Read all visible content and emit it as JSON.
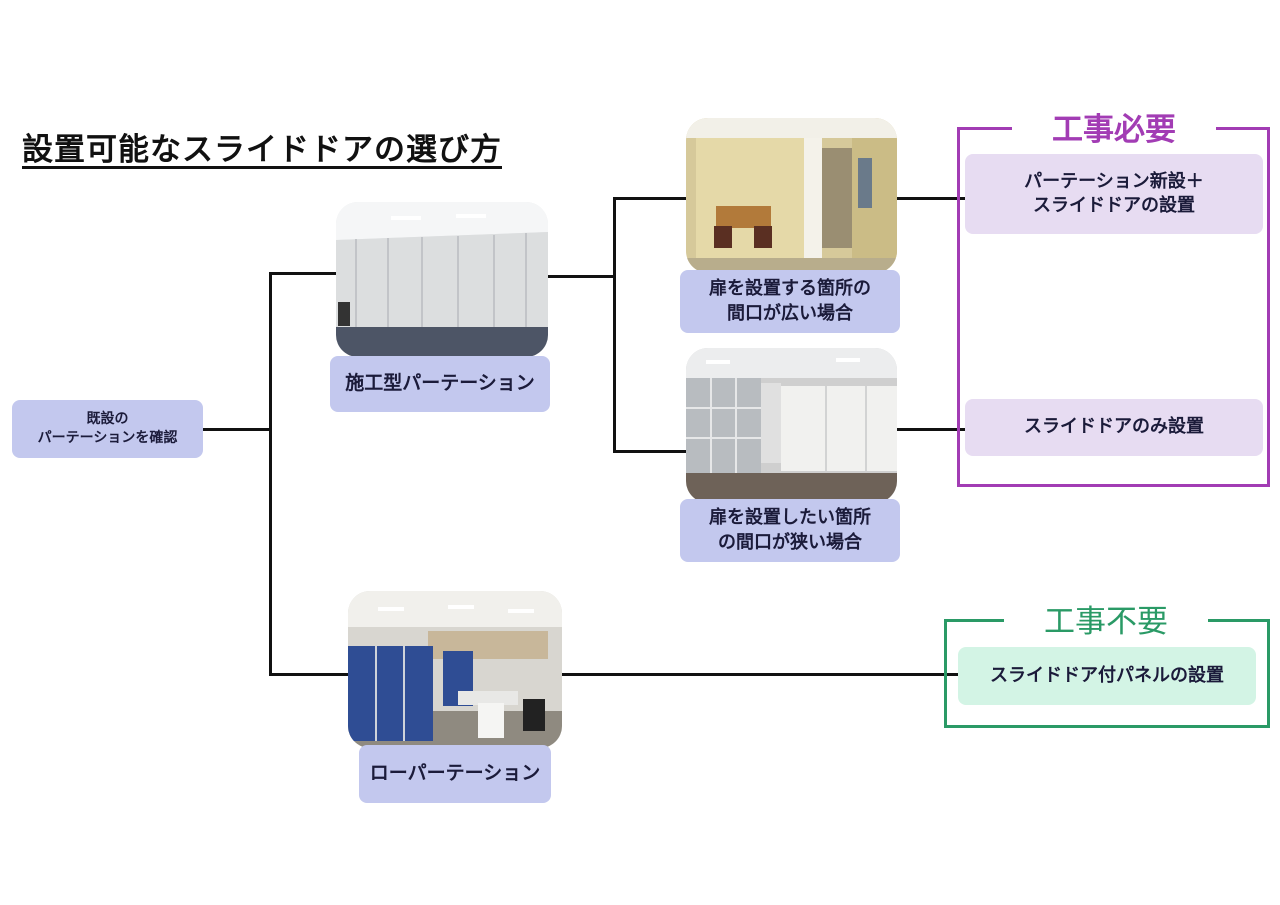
{
  "title": "設置可能なスライドドアの選び方",
  "root": {
    "line1": "既設の",
    "line2": "パーテーションを確認"
  },
  "branches": {
    "construction_type": {
      "label": "施工型パーテーション"
    },
    "low_partition": {
      "label": "ローパーテーション"
    }
  },
  "cases": {
    "wide": {
      "line1": "扉を設置する箇所の",
      "line2": "間口が広い場合"
    },
    "narrow": {
      "line1": "扉を設置したい箇所",
      "line2": "の間口が狭い場合"
    }
  },
  "groups": {
    "work_required": {
      "heading": "工事必要",
      "color": "#a23cb4",
      "results": [
        {
          "line1": "パーテーション新設＋",
          "line2": "スライドドアの設置"
        },
        {
          "line1": "スライドドアのみ設置"
        }
      ]
    },
    "work_not_required": {
      "heading": "工事不要",
      "color": "#2a9a66",
      "results": [
        {
          "line1": "スライドドア付パネルの設置"
        }
      ]
    }
  }
}
